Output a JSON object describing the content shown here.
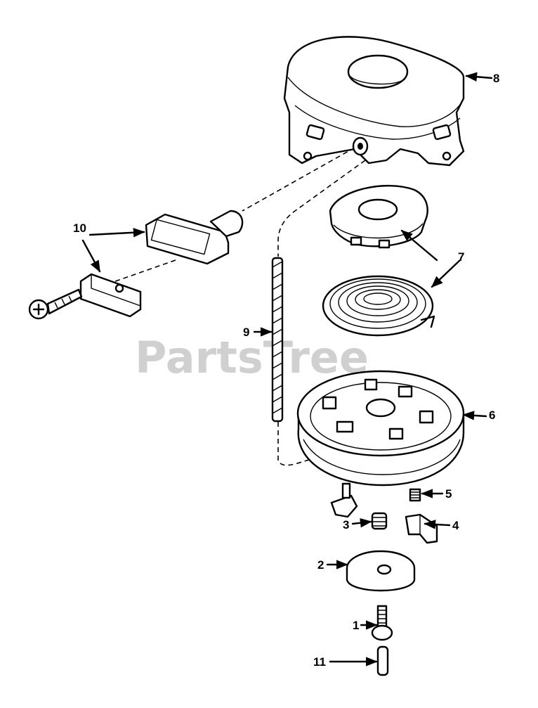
{
  "watermark": "PartsTree",
  "callouts": {
    "c1": "1",
    "c2": "2",
    "c3": "3",
    "c4": "4",
    "c5": "5",
    "c6": "6",
    "c7": "7",
    "c8": "8",
    "c9": "9",
    "c10": "10",
    "c11": "11"
  }
}
